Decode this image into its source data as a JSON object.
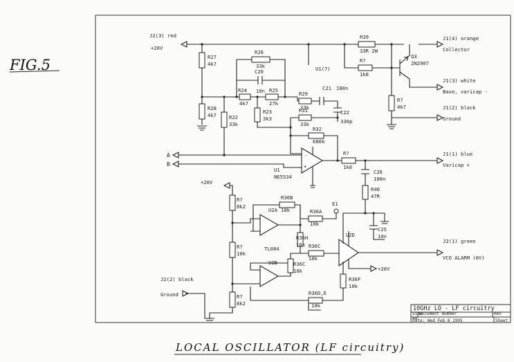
{
  "figure_label": "FIG.5",
  "caption": "LOCAL OSCILLATOR (LF circuitry)",
  "title_block": {
    "title": "10GHz LO - LF circuitry",
    "size_label": "Size",
    "size_value": "A4",
    "docnum_label": "Document Number",
    "rev_label": "Rev",
    "date_label": "Date:",
    "date_value": "Wed Feb 8 1995",
    "sheet_label": "Sheet"
  },
  "connectors": {
    "j2_3": "J2(3) red",
    "plus20v_top": "+20V",
    "j1_4": "J1(4) orange",
    "collector": "Collector",
    "j1_3": "J1(3) white",
    "base": "Base, varicap -",
    "j1_2": "J1(2) black",
    "ground_right": "Ground",
    "in_a": "A",
    "in_b": "B",
    "j1_1": "J1(1) blue",
    "varicap_plus": "Varicap +",
    "plus20v_mid": "+20V",
    "e1": "E1",
    "j2_1": "J2(1) green",
    "vco_alarm": "VCO ALARM (0V)",
    "plus20v_bot": "+20V",
    "j2_2": "J2(2) black",
    "ground_left": "Ground",
    "u1_7": "U1(7)"
  },
  "components": {
    "r27": "R27",
    "r27v": "4k7",
    "r26": "R26",
    "r26v": "33k",
    "c20": "C20",
    "c20v": "10n",
    "r28": "R28",
    "r28v": "4k7",
    "r24": "R24",
    "r24v": "4k7",
    "r25": "R25",
    "r25v": "27k",
    "r22": "R22",
    "r22v": "33k",
    "r23": "R23",
    "r23v": "3k3",
    "r29": "R29",
    "r29v": "33k",
    "c21": "C21",
    "c21v": "100n",
    "r31": "R31",
    "r31v": "33k",
    "c22": "C22",
    "c22v": "330p",
    "r32": "R32",
    "r32v": "680k",
    "r39": "R39",
    "r39v": "33R 2W",
    "r7a": "R?",
    "r7av": "1k8",
    "q3": "Q3",
    "q3v": "2N2907",
    "r3": "R?",
    "r3v": "4k7",
    "u1": "U1",
    "u1v": "NE5534",
    "r7b": "R?",
    "r7bv": "1k0",
    "c26": "C26",
    "c26v": "100n",
    "r40": "R40",
    "r40v": "47R",
    "c25": "C25",
    "c25v": "10n",
    "r1": "R?",
    "r1v": "8k2",
    "r2": "R?",
    "r2v": "10k",
    "r4": "R?",
    "r4v": "8k2",
    "r36b": "R36B",
    "r36bv": "10k",
    "r36a": "R36A",
    "r36av": "10k",
    "u2a": "U2A",
    "tl084": "TL084",
    "r36h": "R36H",
    "r36hv": "10k",
    "r36c": "R36C",
    "r36cv": "10k",
    "r36g": "R36C",
    "r36gv": "10k",
    "u2b": "U2B",
    "u2d": "U2D",
    "r36f": "R36F",
    "r36fv": "10k",
    "r36de": "R36D,E",
    "r36dev": "10k"
  }
}
